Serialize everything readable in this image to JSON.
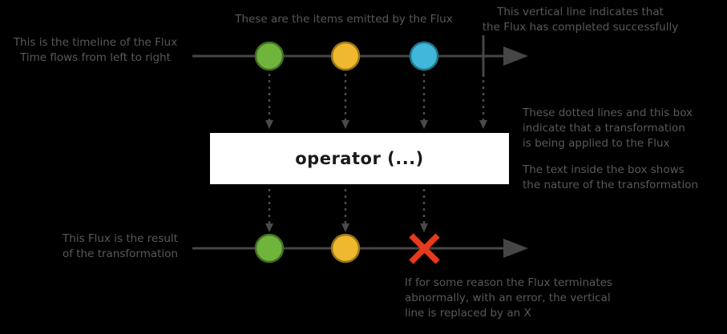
{
  "operator": {
    "label": "operator (...)"
  },
  "annotations": {
    "timeline": "This is the timeline of the Flux\nTime flows from left to right",
    "items": "These are the items emitted by the Flux",
    "completion": "This vertical line indicates that\nthe Flux has completed successfully",
    "transformation": "These dotted lines and this box\nindicate that a transformation\nis being applied to the Flux",
    "box_meaning": "The text inside the box shows\nthe nature of the transformation",
    "result": "This Flux is the result\nof the transformation",
    "error": "If for some reason the Flux terminates\nabnormally, with an error, the vertical\nline is replaced by an X"
  },
  "marbles": {
    "top_sequence": [
      "green",
      "amber",
      "blue",
      "complete"
    ],
    "bottom_sequence": [
      "green",
      "amber",
      "error"
    ]
  },
  "colors": {
    "background": "#000000",
    "annotation_text": "#595959",
    "timeline": "#464646",
    "dotted": "#4a4a4a",
    "item_green": "#6fb53c",
    "item_green_border": "#456e22",
    "item_amber": "#eeb82f",
    "item_amber_border": "#97741c",
    "item_blue": "#41b8d9",
    "item_blue_border": "#20768f",
    "error_x": "#e8391d",
    "operator_box_bg": "#ffffff",
    "operator_box_border": "#000000",
    "operator_text": "#1a1a1a"
  }
}
